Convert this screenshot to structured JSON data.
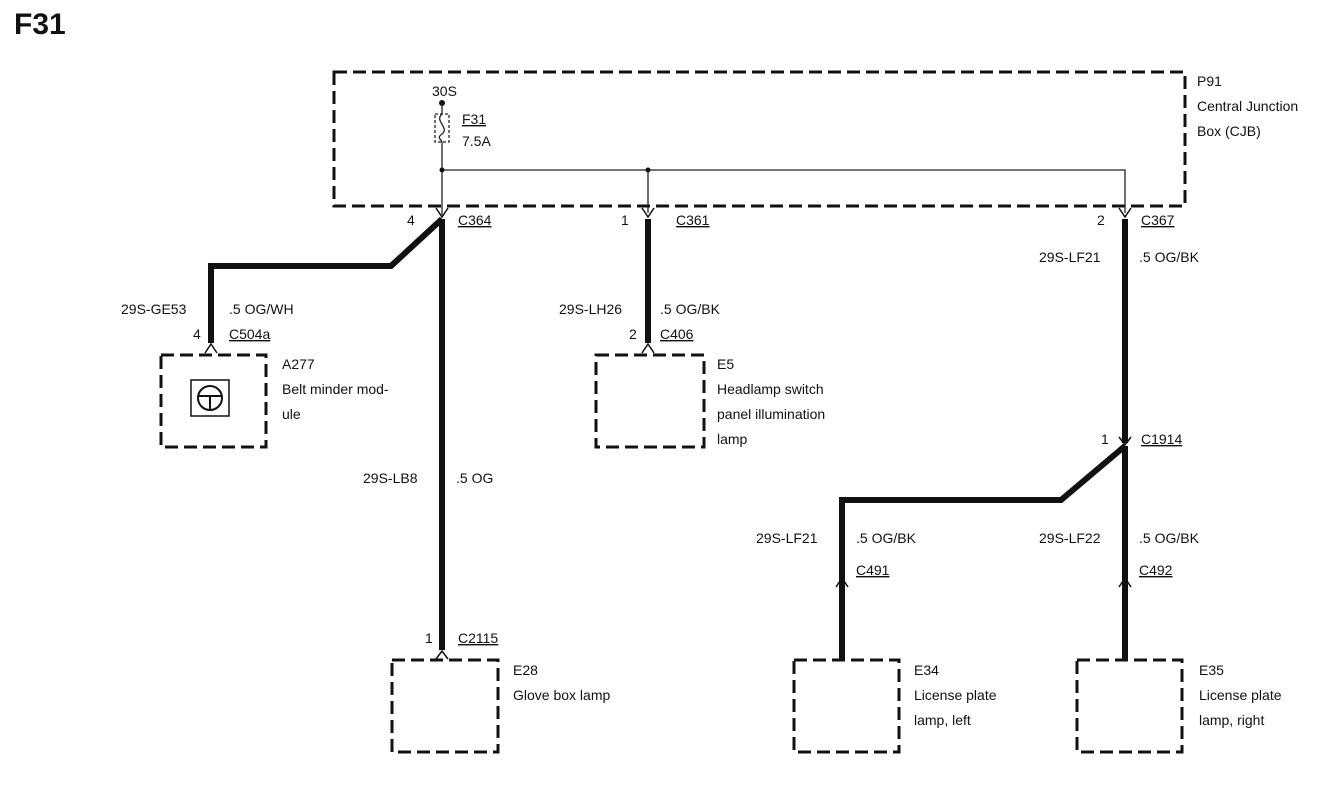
{
  "page": {
    "title": "F31"
  },
  "cjb": {
    "id": "P91",
    "name_line1": "Central Junction",
    "name_line2": "Box (CJB)"
  },
  "fuse": {
    "supply": "30S",
    "id": "F31",
    "rating": "7.5A"
  },
  "connectors": {
    "c364": {
      "id": "C364",
      "pin": "4"
    },
    "c361": {
      "id": "C361",
      "pin": "1"
    },
    "c367": {
      "id": "C367",
      "pin": "2"
    },
    "c504a": {
      "id": "C504a",
      "pin": "4"
    },
    "c406": {
      "id": "C406",
      "pin": "2"
    },
    "c1914": {
      "id": "C1914",
      "pin": "1"
    },
    "c2115": {
      "id": "C2115",
      "pin": "1"
    },
    "c491": {
      "id": "C491"
    },
    "c492": {
      "id": "C492"
    }
  },
  "wires": {
    "ge53": {
      "circuit": "29S-GE53",
      "spec": ".5 OG/WH"
    },
    "lh26": {
      "circuit": "29S-LH26",
      "spec": ".5 OG/BK"
    },
    "lf21_top": {
      "circuit": "29S-LF21",
      "spec": ".5 OG/BK"
    },
    "lb8": {
      "circuit": "29S-LB8",
      "spec": ".5 OG"
    },
    "lf21_left": {
      "circuit": "29S-LF21",
      "spec": ".5 OG/BK"
    },
    "lf22": {
      "circuit": "29S-LF22",
      "spec": ".5 OG/BK"
    }
  },
  "components": {
    "a277": {
      "id": "A277",
      "line1": "Belt minder mod-",
      "line2": "ule",
      "icon": "steering-wheel-icon"
    },
    "e5": {
      "id": "E5",
      "line1": "Headlamp switch",
      "line2": "panel illumination",
      "line3": "lamp"
    },
    "e28": {
      "id": "E28",
      "line1": "Glove box lamp"
    },
    "e34": {
      "id": "E34",
      "line1": "License plate",
      "line2": "lamp, left"
    },
    "e35": {
      "id": "E35",
      "line1": "License plate",
      "line2": "lamp, right"
    }
  }
}
